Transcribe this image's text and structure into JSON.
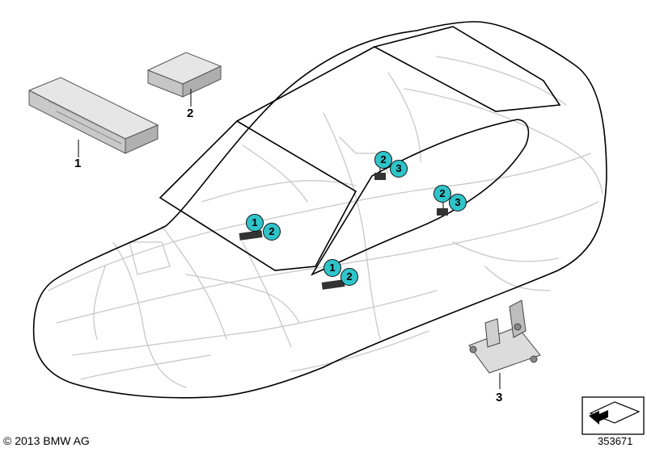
{
  "copyright": "© 2013 BMW AG",
  "image_number": "353671",
  "part_labels": [
    "1",
    "2",
    "3"
  ],
  "callouts": {
    "dash_a": "1",
    "dash_b": "2",
    "center_a": "1",
    "center_b": "2",
    "rear_left_a": "2",
    "rear_left_b": "3",
    "rear_right_a": "2",
    "rear_right_b": "3"
  },
  "colors": {
    "callout_fill": "#2fc4c9",
    "harness_line": "#c8c8c8",
    "outline": "#000000"
  },
  "icons": [
    "car-outline",
    "wiring-harness",
    "control-unit-1",
    "control-unit-2",
    "bracket-3",
    "orientation-arrow-icon"
  ]
}
